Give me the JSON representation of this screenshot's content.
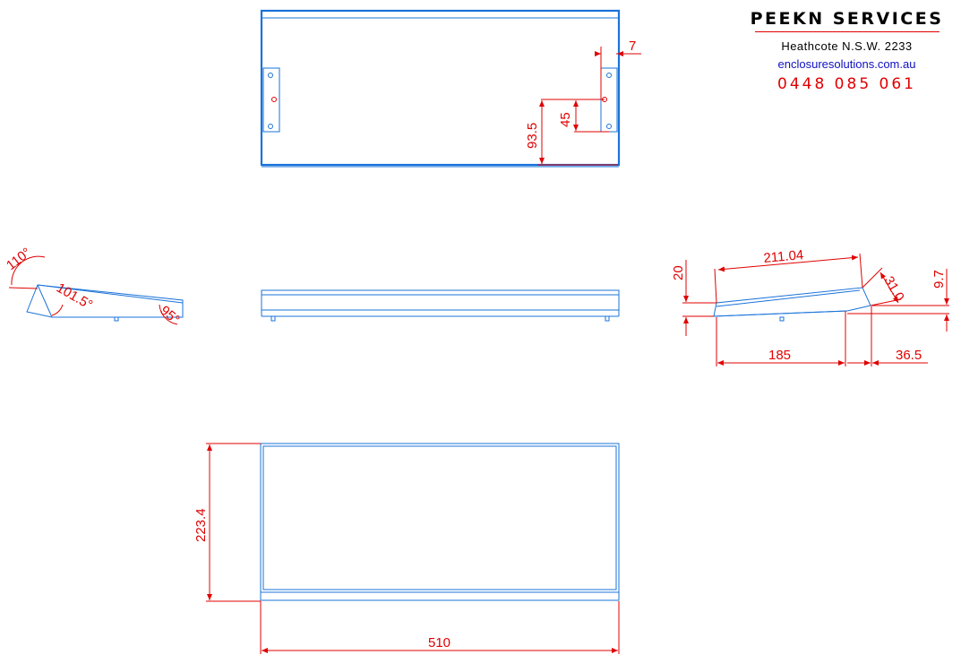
{
  "company": {
    "name": "PEEKN SERVICES",
    "address": "Heathcote N.S.W. 2233",
    "website": "enclosuresolutions.com.au",
    "phone": "0448 085 061"
  },
  "dimensions": {
    "top_view": {
      "edge_offset": "7",
      "hole_height": "45",
      "bracket_height": "93.5"
    },
    "left_view": {
      "angle_back": "110°",
      "angle_panel": "101.5°",
      "angle_front": "95°"
    },
    "right_view": {
      "slope_length": "211.04",
      "back_height": "20",
      "front_lip": "31.0",
      "front_height": "9.7",
      "base_depth": "185",
      "front_depth": "36.5"
    },
    "bottom_view": {
      "width": "510",
      "depth": "223.4"
    }
  },
  "colors": {
    "outline": "#1a73d9",
    "dimension": "#e00000"
  }
}
